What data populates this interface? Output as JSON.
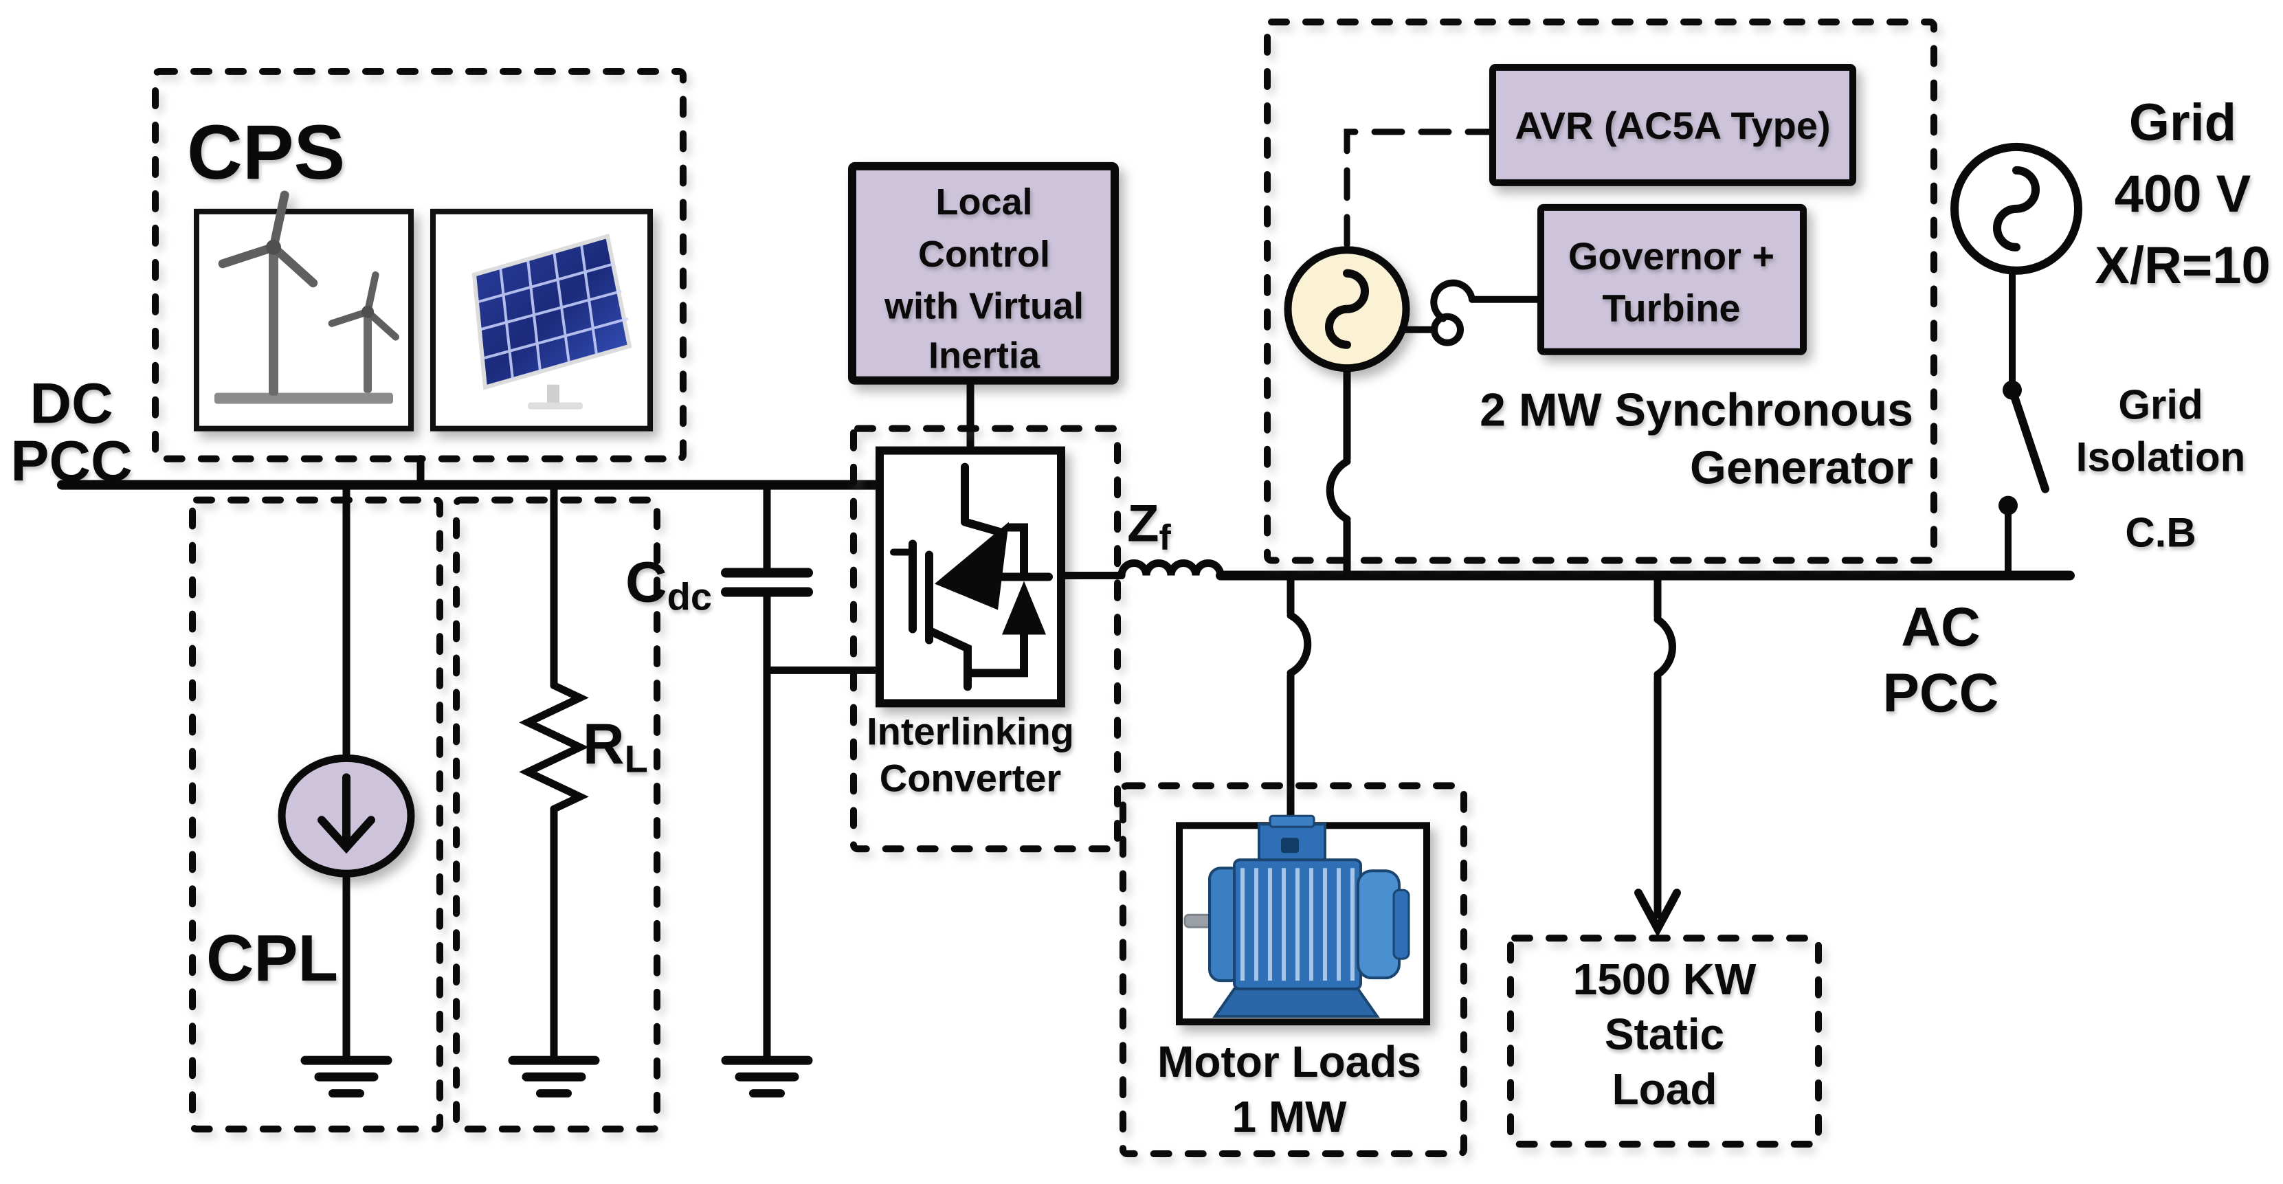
{
  "diagram": {
    "dc_section": {
      "cps_label": "CPS",
      "pcc": [
        "DC",
        "PCC"
      ],
      "cpl_label": "CPL",
      "rl_label": {
        "base": "R",
        "sub": "L"
      },
      "cdc_label": {
        "base": "C",
        "sub": "dc"
      }
    },
    "converter_section": {
      "control_box": [
        "Local",
        "Control",
        "with Virtual",
        "Inertia"
      ],
      "converter_name": [
        "Interlinking",
        "Converter"
      ],
      "zf_label": {
        "base": "Z",
        "sub": "f"
      }
    },
    "ac_section": {
      "generator_unit": {
        "avr_label": "AVR (AC5A Type)",
        "governor_label": [
          "Governor +",
          "Turbine"
        ],
        "name": [
          "2 MW Synchronous",
          "Generator"
        ]
      },
      "grid": [
        "Grid",
        "400 V",
        "X/R=10"
      ],
      "grid_isolation": [
        "Grid",
        "Isolation",
        "C.B"
      ],
      "pcc": [
        "AC",
        "PCC"
      ],
      "motor_load": [
        "Motor Loads",
        "1 MW"
      ],
      "static_load": [
        "1500 KW",
        "Static",
        "Load"
      ]
    },
    "colors": {
      "lavender": "#cdc4db",
      "cream": "#fbf2d5",
      "line_black": "#0a0a0a",
      "motor_blue": "#2e6fb5",
      "motor_blue_light": "#4a8fd0",
      "solar_blue": "#1b2a7a",
      "turbine_gray": "#5a5a5a"
    }
  }
}
